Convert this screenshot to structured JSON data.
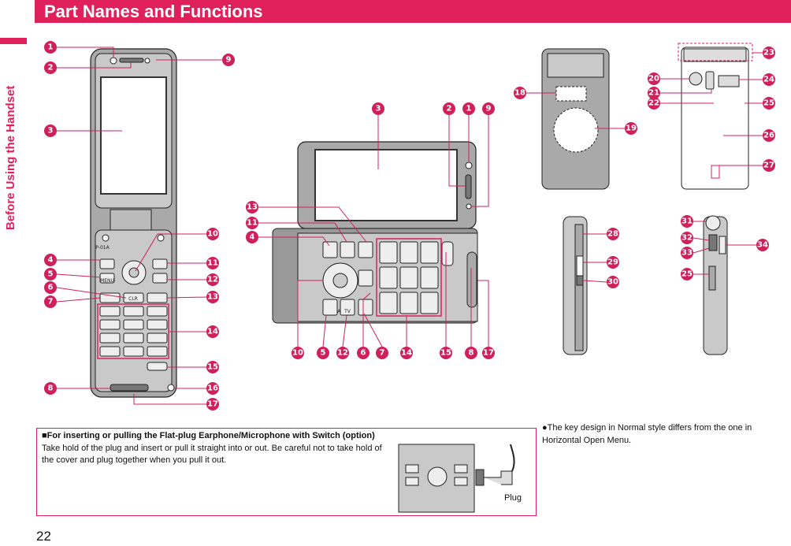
{
  "header": {
    "title": "Part Names and Functions"
  },
  "side_tab": {
    "label": "Before Using the Handset"
  },
  "page_number": "22",
  "callouts": {
    "c1": "1",
    "c2": "2",
    "c3": "3",
    "c4": "4",
    "c5": "5",
    "c6": "6",
    "c7": "7",
    "c8": "8",
    "c9": "9",
    "c10": "10",
    "c11": "11",
    "c12": "12",
    "c13": "13",
    "c14": "14",
    "c15": "15",
    "c16": "16",
    "c17": "17",
    "c18": "18",
    "c19": "19",
    "c20": "20",
    "c21": "21",
    "c22": "22",
    "c23": "23",
    "c24": "24",
    "c25": "25",
    "c26": "26",
    "c27": "27",
    "c28": "28",
    "c29": "29",
    "c30": "30",
    "c31": "31",
    "c32": "32",
    "c33": "33",
    "c34": "34"
  },
  "keys": {
    "menu": "MENU",
    "clr": "CLR",
    "tv": "TV",
    "af": "AF",
    "plug": "Plug"
  },
  "note": {
    "title": "■For inserting or pulling the Flat-plug Earphone/Microphone with Switch (option)",
    "body": "Take hold of the plug and insert or pull it straight into or out. Be careful not to take hold of the cover and plug together when you pull it out."
  },
  "side_note": "●The key design in Normal style differs from the one in Horizontal Open Menu."
}
